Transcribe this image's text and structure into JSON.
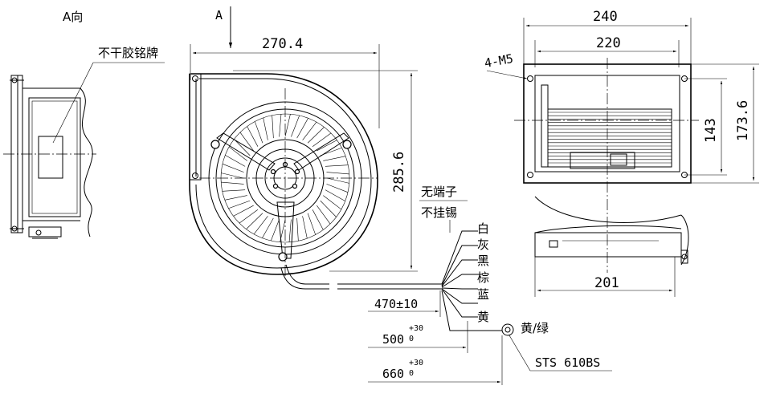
{
  "views": {
    "side": {
      "view_label": "A向",
      "nameplate_label": "不干胶铭牌"
    },
    "front": {
      "arrow_label": "A",
      "width_dim": "270.4",
      "height_dim": "285.6"
    },
    "top": {
      "outer_width": "240",
      "inner_width": "220",
      "hole_label": "4-M5",
      "hole_spacing": "143",
      "total_height": "173.6",
      "body_width": "201"
    }
  },
  "wiring": {
    "note_line1": "无端子",
    "note_line2": "不挂锡",
    "wire_colors": [
      "白",
      "灰",
      "黑",
      "棕",
      "蓝",
      "黄"
    ],
    "ground_label": "黄/绿",
    "cable_length_1": "470±10",
    "cable_length_2": "500",
    "cable_tol_2_upper": "+30",
    "cable_tol_2_lower": "0",
    "cable_length_3": "660",
    "cable_tol_3_upper": "+30",
    "cable_tol_3_lower": "0",
    "lug_part": "STS 610BS"
  }
}
